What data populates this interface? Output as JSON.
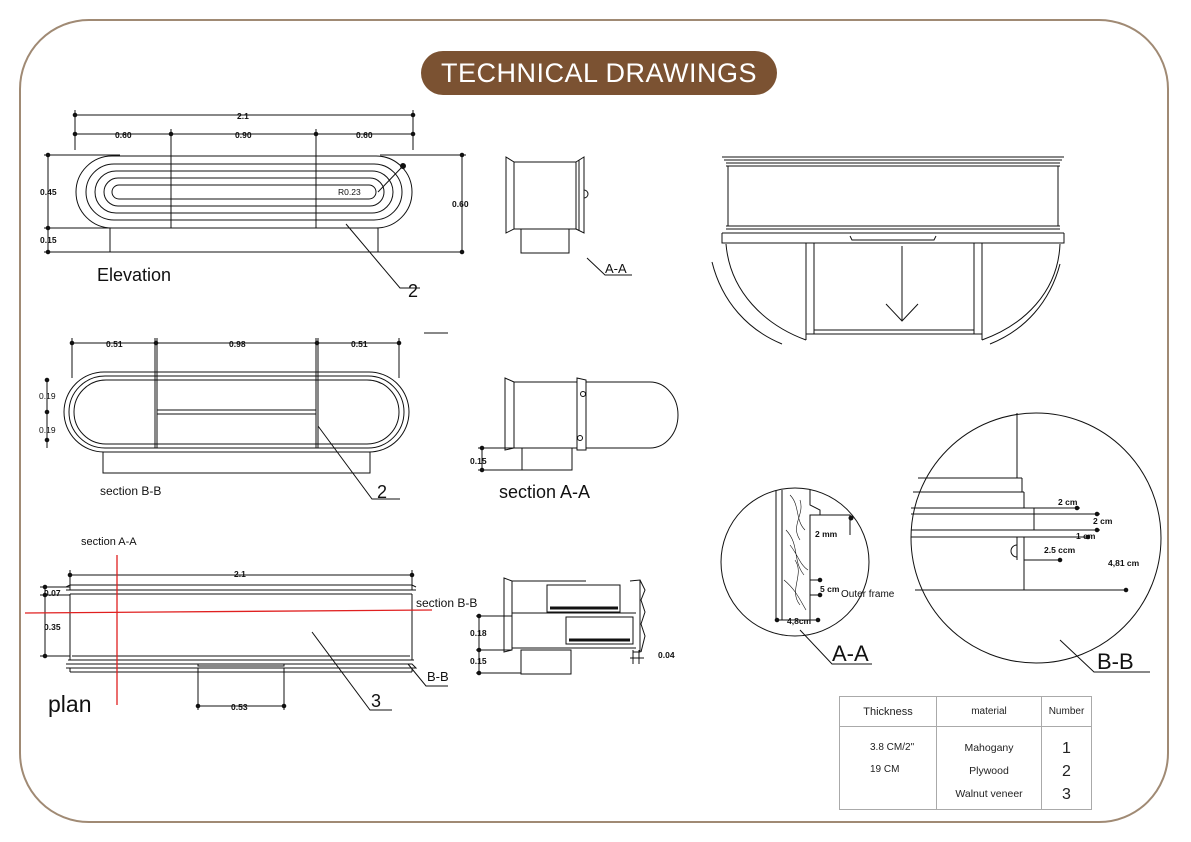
{
  "title": "TECHNICAL DRAWINGS",
  "elevation": {
    "label": "Elevation",
    "dims": [
      "2.1",
      "0.60",
      "0.90",
      "0.60",
      "0.45",
      "0.15",
      "0.60",
      "R0.23"
    ],
    "callout": "2"
  },
  "section_aa_top": {
    "label": "A-A"
  },
  "section_bb": {
    "label": "section B-B",
    "dims": [
      "0.51",
      "0.98",
      "0.51",
      "0.19",
      "0.19"
    ],
    "callout": "2"
  },
  "section_aa": {
    "label": "section A-A",
    "dims": [
      "0.15"
    ]
  },
  "plan": {
    "label": "plan",
    "cut_aa": "section A-A",
    "cut_bb": "section B-B",
    "marker_bb": "B-B",
    "dims": [
      "2.1",
      "0.07",
      "0.35",
      "0.53"
    ],
    "callout": "3"
  },
  "drawer_section": {
    "dims": [
      "0.18",
      "0.15",
      "0.04"
    ]
  },
  "detail_aa": {
    "label": "A-A",
    "dims": [
      "2 mm",
      "5 cm",
      "4,8cm"
    ],
    "note": "Outer frame"
  },
  "detail_bb": {
    "label": "B-B",
    "dims": [
      "2 cm",
      "2 cm",
      "1 cm",
      "2.5 ccm",
      "4,81 cm"
    ]
  },
  "materials_table": {
    "headers": [
      "Thickness",
      "material",
      "Number"
    ],
    "thickness": [
      "3.8 CM/2\"",
      "19 CM"
    ],
    "materials": [
      "Mahogany",
      "Plywood",
      "Walnut veneer"
    ],
    "numbers": [
      "1",
      "2",
      "3"
    ]
  },
  "colors": {
    "accent": "#7b5232",
    "frame": "#a08a74",
    "ink": "#111111",
    "cut_line": "#e02020"
  }
}
